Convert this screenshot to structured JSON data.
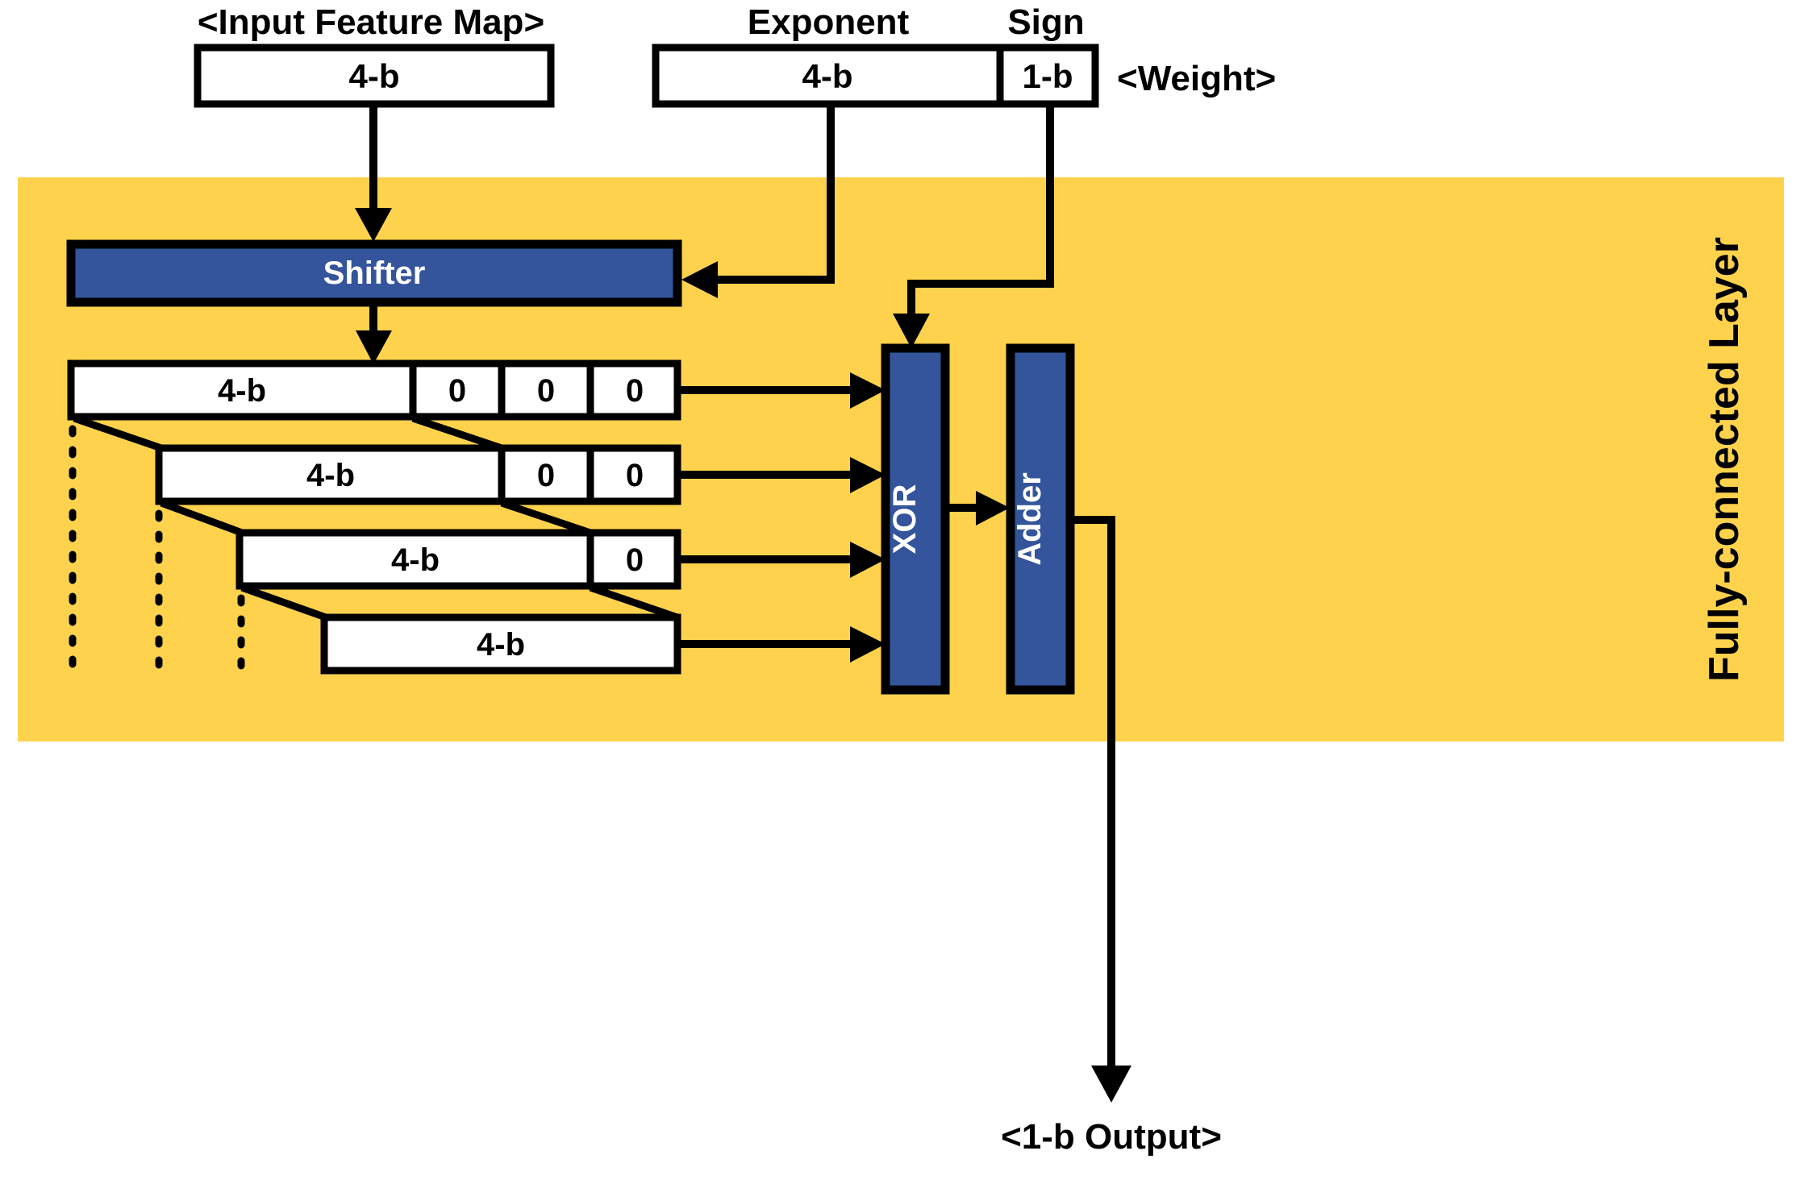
{
  "diagram": {
    "title_region": "Fully-connected Layer",
    "background_color": "#ffffff",
    "band_color": "#ffd24d",
    "block_color": "#34549b",
    "line_color": "#000000"
  },
  "labels": {
    "input_feature_map": "<Input Feature Map>",
    "exponent": "Exponent",
    "sign": "Sign",
    "weight": "<Weight>",
    "layer": "Fully-connected Layer",
    "output": "<1-b Output>"
  },
  "input_box": {
    "value": "4-b"
  },
  "weight": {
    "exponent_value": "4-b",
    "sign_value": "1-b"
  },
  "blocks": {
    "shifter": "Shifter",
    "xor": "XOR",
    "adder": "Adder"
  },
  "shift_rows": [
    {
      "data": "4-b",
      "zeros": [
        "0",
        "0",
        "0"
      ]
    },
    {
      "data": "4-b",
      "zeros": [
        "0",
        "0"
      ]
    },
    {
      "data": "4-b",
      "zeros": [
        "0"
      ]
    },
    {
      "data": "4-b",
      "zeros": []
    }
  ]
}
